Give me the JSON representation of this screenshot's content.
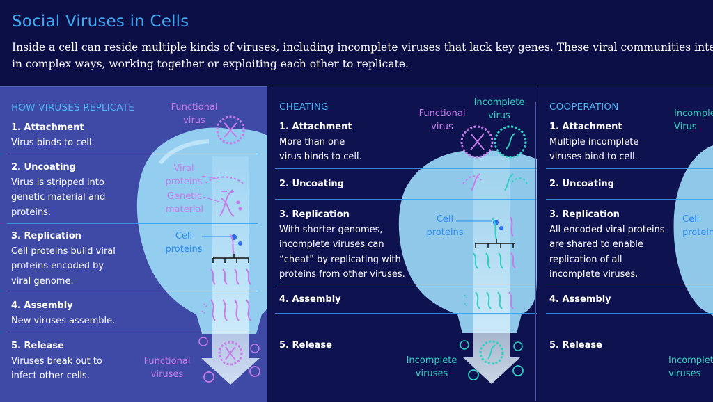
{
  "header": {
    "title": "Social Viruses in Cells",
    "subtitle_line1": "Inside a cell can reside multiple kinds of viruses, including incomplete viruses that lack key genes. These viral communities inter",
    "subtitle_line2": "in complex ways, working together or exploiting each other to replicate."
  },
  "panels": [
    {
      "title": "HOW VIRUSES REPLICATE",
      "steps": [
        {
          "title": "1. Attachment",
          "text": "Virus binds to cell."
        },
        {
          "title": "2. Uncoating",
          "text": "Virus is stripped into genetic material and proteins."
        },
        {
          "title": "3. Replication",
          "text": "Cell proteins build viral proteins encoded by viral genome."
        },
        {
          "title": "4. Assembly",
          "text": "New viruses assemble."
        },
        {
          "title": "5. Release",
          "text": "Viruses break out to infect other cells."
        }
      ],
      "labels": {
        "functional_virus": "Functional virus",
        "viral_proteins": "Viral proteins",
        "genetic_material": "Genetic material",
        "cell_proteins": "Cell proteins",
        "functional_viruses": "Functional viruses"
      }
    },
    {
      "title": "CHEATING",
      "steps": [
        {
          "title": "1. Attachment",
          "text": "More than one virus binds to cell."
        },
        {
          "title": "2. Uncoating",
          "text": ""
        },
        {
          "title": "3. Replication",
          "text": "With shorter genomes, incomplete viruses can “cheat” by replicating with proteins from other viruses."
        },
        {
          "title": "4. Assembly",
          "text": ""
        },
        {
          "title": "5. Release",
          "text": ""
        }
      ],
      "labels": {
        "functional_virus": "Functional virus",
        "incomplete_virus": "Incomplete virus",
        "cell_proteins": "Cell proteins",
        "incomplete_viruses": "Incomplete viruses"
      }
    },
    {
      "title": "COOPERATION",
      "steps": [
        {
          "title": "1. Attachment",
          "text": "Multiple incomplete viruses bind to cell."
        },
        {
          "title": "2. Uncoating",
          "text": ""
        },
        {
          "title": "3. Replication",
          "text": "All encoded viral proteins are shared to enable replication of all incomplete viruses."
        },
        {
          "title": "4. Assembly",
          "text": ""
        },
        {
          "title": "5. Release",
          "text": ""
        }
      ],
      "labels": {
        "incomplete_virus": "Incomple Virus",
        "cell_proteins": "Cell protein",
        "incomplete_viruses": "Incomplete viruses"
      }
    }
  ],
  "colors": {
    "background": "#0c0f45",
    "panel_highlight": "#3f4aa6",
    "title_blue": "#3ea8f0",
    "functional_purple": "#c77be8",
    "incomplete_teal": "#2fd1c2",
    "cell_body": "#9ad8f5"
  }
}
